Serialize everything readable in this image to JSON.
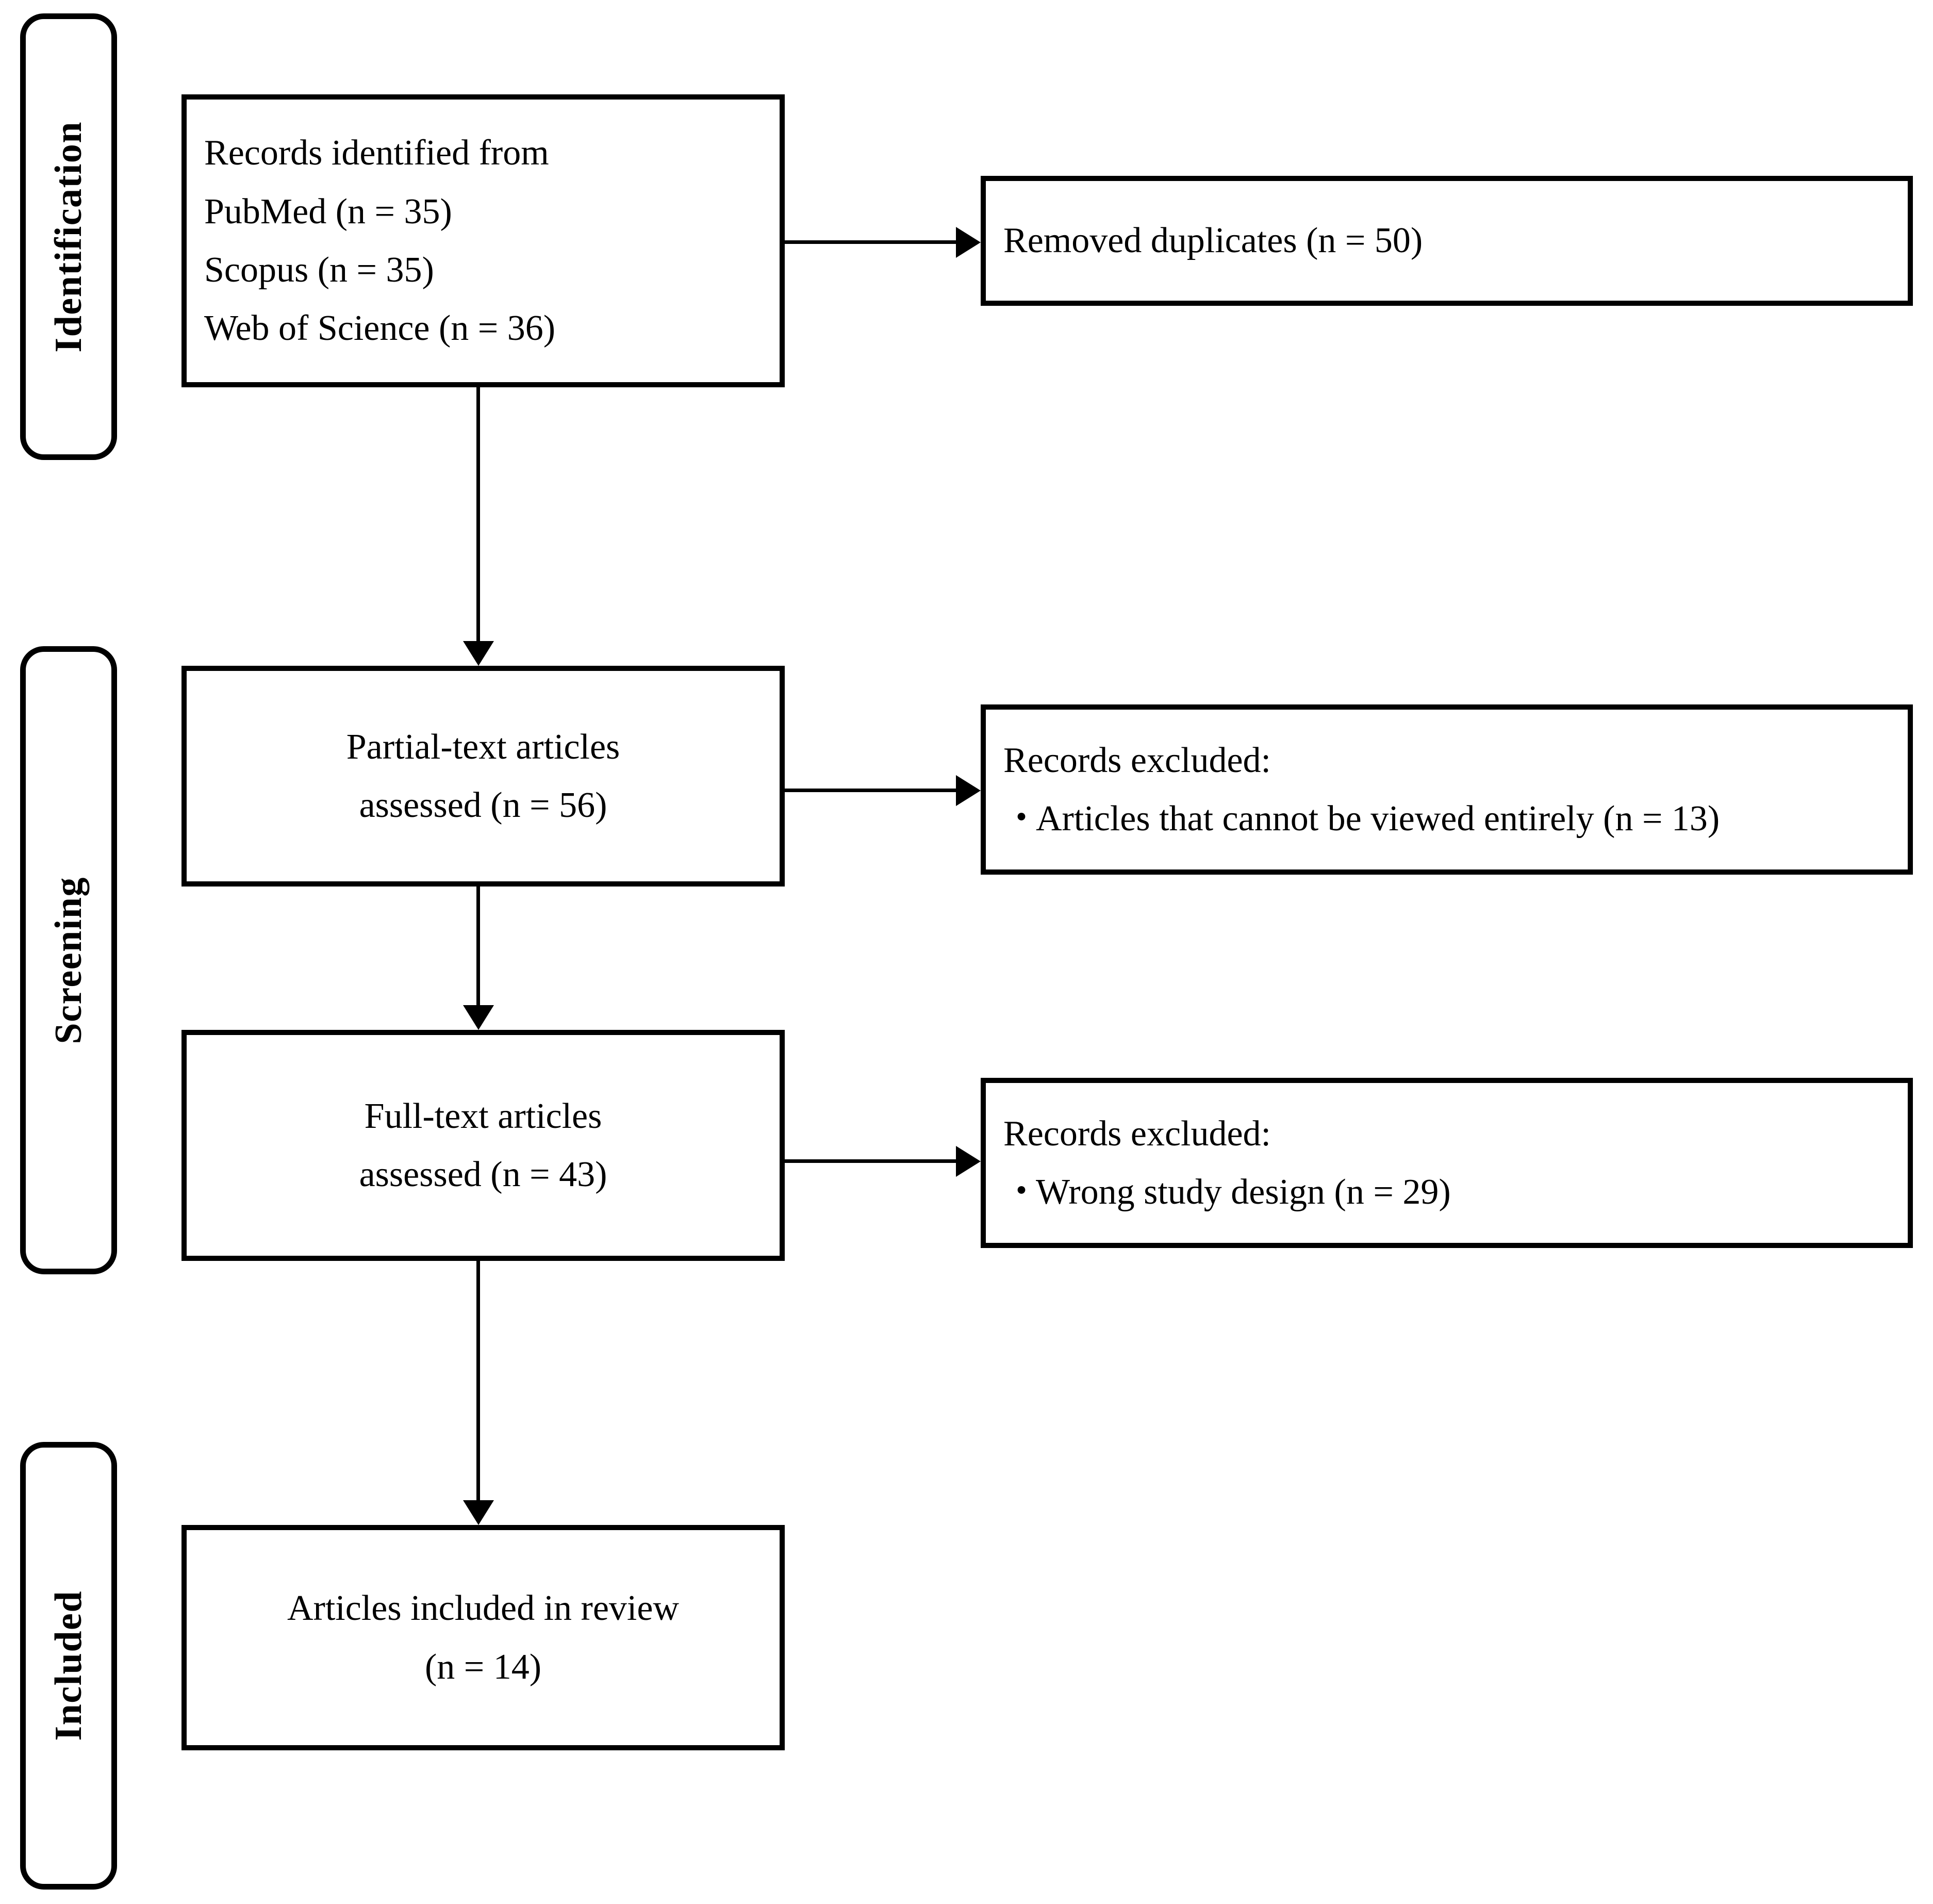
{
  "diagram": {
    "type": "prisma-flow-diagram",
    "stages": [
      {
        "id": "identification",
        "label": "Identification"
      },
      {
        "id": "screening",
        "label": "Screening"
      },
      {
        "id": "included",
        "label": "Included"
      }
    ],
    "boxes": {
      "records_identified": {
        "lines": [
          "Records identified  from",
          "PubMed (n = 35)",
          "Scopus  (n = 35)",
          "Web of Science (n = 36)"
        ]
      },
      "removed_duplicates": {
        "lines": [
          "Removed duplicates  (n = 50)"
        ]
      },
      "partial_text": {
        "lines": [
          "Partial-text articles",
          "assessed (n = 56)"
        ]
      },
      "excluded_partial": {
        "heading": "Records excluded:",
        "bullet": "・",
        "items": [
          "Articles that cannot be viewed entirely (n = 13)"
        ]
      },
      "full_text": {
        "lines": [
          "Full-text articles",
          "assessed (n = 43)"
        ]
      },
      "excluded_full": {
        "heading": "Records excluded:",
        "bullet": "・",
        "items": [
          "Wrong study design (n = 29)"
        ]
      },
      "included_review": {
        "lines": [
          "Articles included in review",
          "(n = 14)"
        ]
      }
    },
    "counts": {
      "pubmed": 35,
      "scopus": 35,
      "web_of_science": 36,
      "duplicates_removed": 50,
      "partial_text_assessed": 56,
      "excluded_not_viewable": 13,
      "full_text_assessed": 43,
      "excluded_wrong_design": 29,
      "included": 14
    },
    "colors": {
      "stroke": "#000000",
      "fill": "#ffffff",
      "text": "#000000"
    }
  }
}
